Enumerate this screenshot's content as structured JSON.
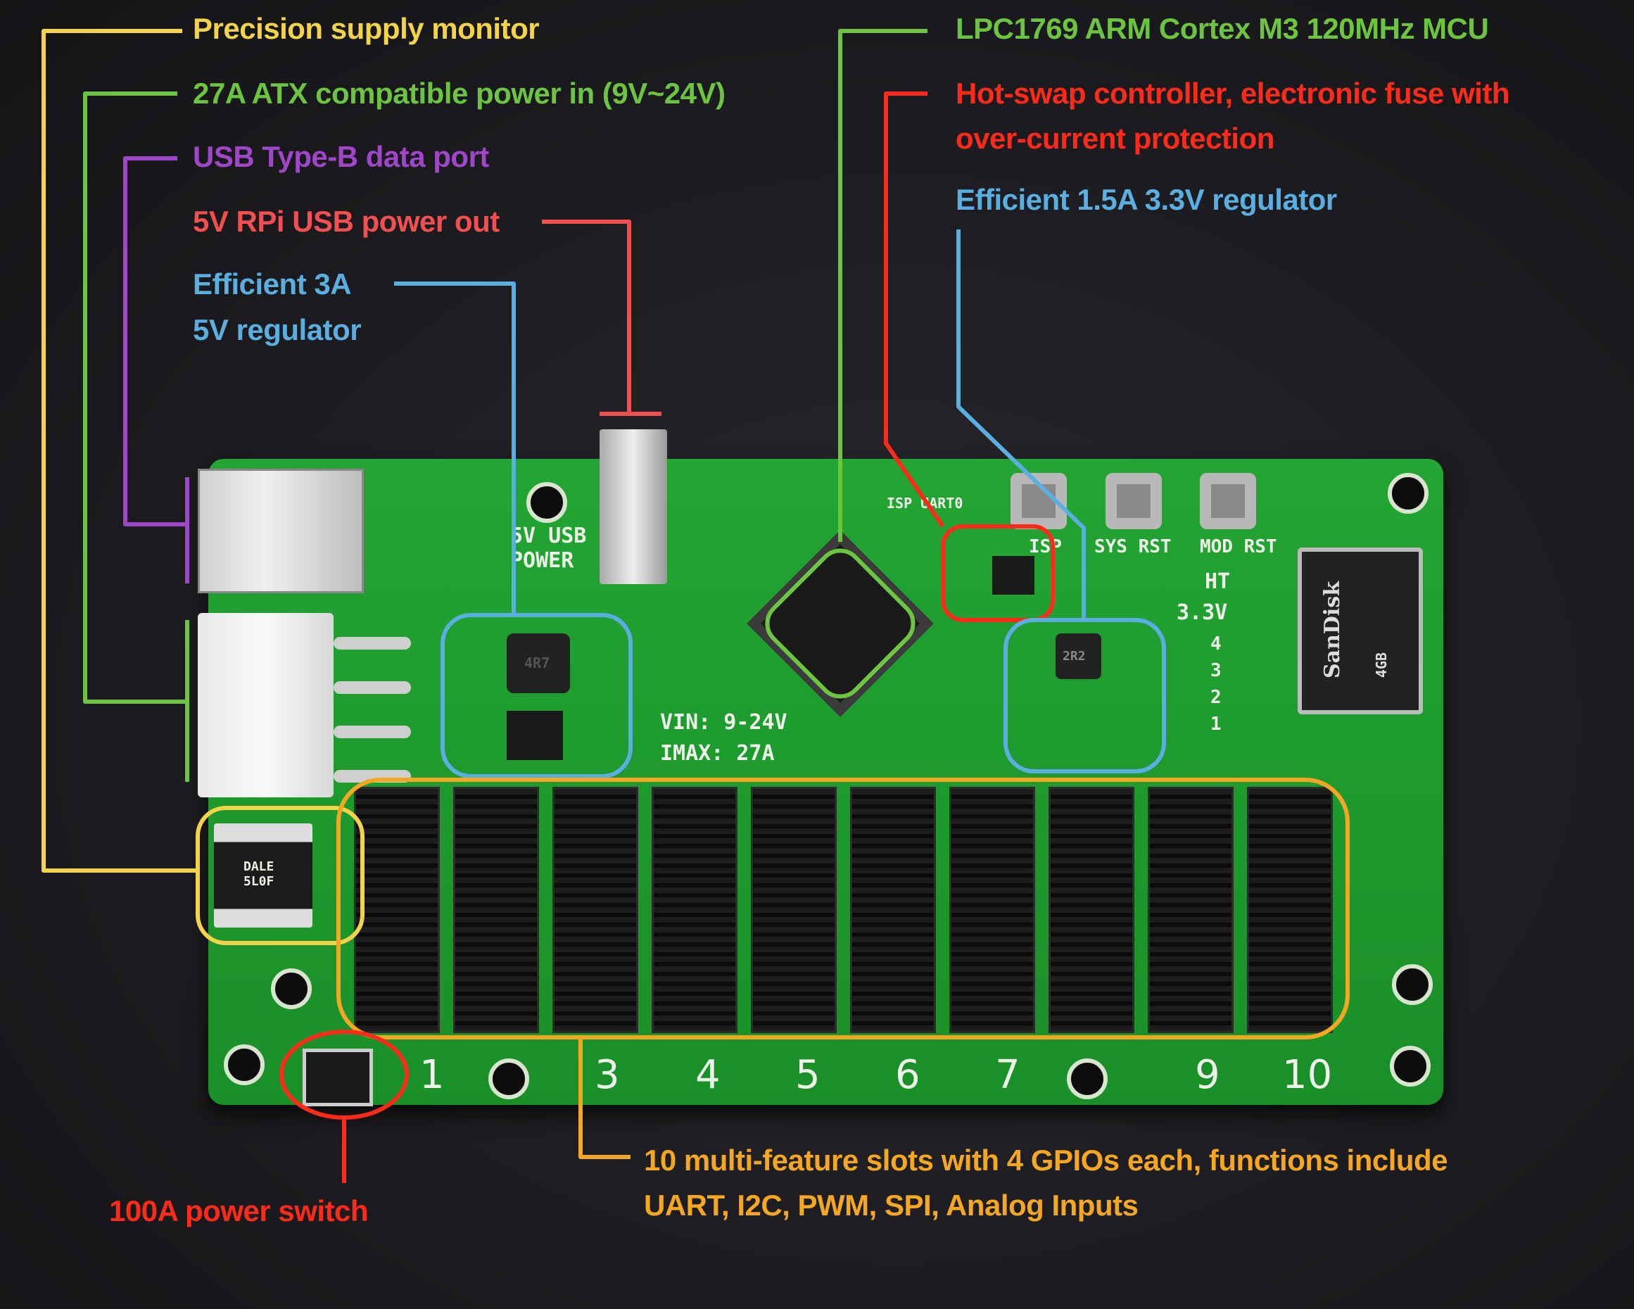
{
  "annotations": {
    "supply_monitor": {
      "text": "Precision supply monitor",
      "color": "#f3d34a"
    },
    "atx_power": {
      "text": "27A ATX compatible power in (9V~24V)",
      "color": "#6cc441"
    },
    "usb_b": {
      "text": "USB Type-B data port",
      "color": "#a046c8"
    },
    "rpi_usb": {
      "text": "5V RPi USB power out",
      "color": "#f25050"
    },
    "reg_5v": {
      "line1": "Efficient 3A",
      "line2": "5V regulator",
      "color": "#5aaee0"
    },
    "mcu": {
      "text": "LPC1769 ARM Cortex M3 120MHz MCU",
      "color": "#6cc441"
    },
    "hotswap": {
      "line1": "Hot-swap controller, electronic fuse with",
      "line2": "over-current protection",
      "color": "#ff2a1a"
    },
    "reg_33v": {
      "text": "Efficient 1.5A 3.3V regulator",
      "color": "#5aaee0"
    },
    "slots": {
      "line1": "10 multi-feature slots with 4 GPIOs each, functions include",
      "line2": "UART, I2C, PWM, SPI, Analog Inputs",
      "color": "#f5a623"
    },
    "power_switch": {
      "text": "100A power switch",
      "color": "#ff2a1a"
    }
  },
  "board": {
    "usb_power": "5V USB POWER",
    "vin": "VIN: 9-24V",
    "imax": "IMAX: 27A",
    "isp": "ISP",
    "sys_rst": "SYS RST",
    "mod_rst": "MOD RST",
    "isp_uart": "ISP UART0",
    "ht": "HT",
    "v33": "3.3V",
    "led_labels": [
      "4",
      "3",
      "2",
      "1"
    ],
    "inductor_5v": "4R7",
    "inductor_33v": "2R2",
    "shunt": "DALE\n5L0F",
    "sd_brand": "SanDisk",
    "sd_size": "4GB",
    "slot_numbers": [
      "1",
      "3",
      "4",
      "5",
      "6",
      "7",
      "9",
      "10"
    ]
  }
}
